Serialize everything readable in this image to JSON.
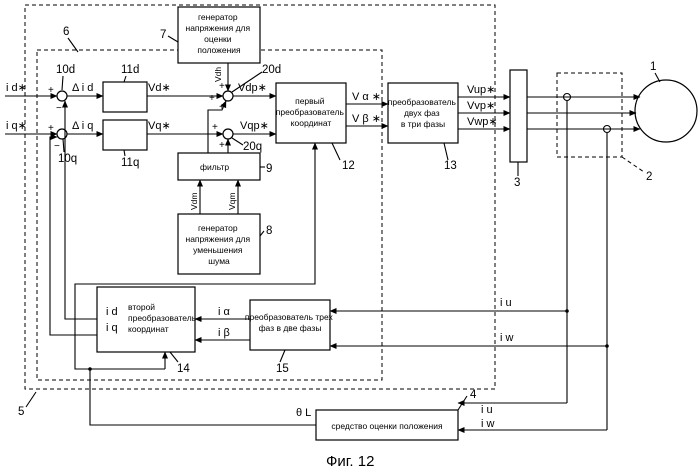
{
  "blocks": {
    "position_voltage_gen": [
      "генератор",
      "напряжения для",
      "оценки",
      "положения"
    ],
    "noise_voltage_gen": [
      "генератор",
      "напряжения для",
      "уменьшения",
      "шума"
    ],
    "filter": "фильтр",
    "first_converter": [
      "первый",
      "преобразователь",
      "координат"
    ],
    "two_to_three": [
      "преобразователь",
      "двух фаз",
      "в три фазы"
    ],
    "second_converter": [
      "второй",
      "преобразователь",
      "координат"
    ],
    "three_to_two": [
      "преобразователь трех",
      "фаз в две фазы"
    ],
    "position_estimator": "средство оценки положения"
  },
  "signals": {
    "id_star": "i d∗",
    "iq_star": "i q∗",
    "delta_id": "Δ i d",
    "delta_iq": "Δ i q",
    "vd_star": "Vd∗",
    "vq_star": "Vq∗",
    "vdh": "Vdh",
    "vdp_star": "Vdp∗",
    "vqp_star": "Vqp∗",
    "valpha_star": "V α ∗",
    "vbeta_star": "V β ∗",
    "vup_star": "Vup∗",
    "vvp_star": "Vvp∗",
    "vwp_star": "Vwp∗",
    "vdm": "Vdm",
    "vqm": "Vqm",
    "id": "i d",
    "iq": "i q",
    "ialpha": "i α",
    "ibeta": "i β",
    "iu": "i u",
    "iw": "i w",
    "iu2": "i u",
    "iw2": "i w",
    "theta": "θ L"
  },
  "refs": {
    "r1": "1",
    "r2": "2",
    "r3": "3",
    "r4": "4",
    "r5": "5",
    "r6": "6",
    "r7": "7",
    "r8": "8",
    "r9": "9",
    "r10d": "10d",
    "r10q": "10q",
    "r11d": "11d",
    "r11q": "11q",
    "r12": "12",
    "r13": "13",
    "r14": "14",
    "r15": "15",
    "r20d": "20d",
    "r20q": "20q"
  },
  "signs": {
    "plus": "+",
    "minus": "−"
  },
  "caption": "Фиг. 12"
}
